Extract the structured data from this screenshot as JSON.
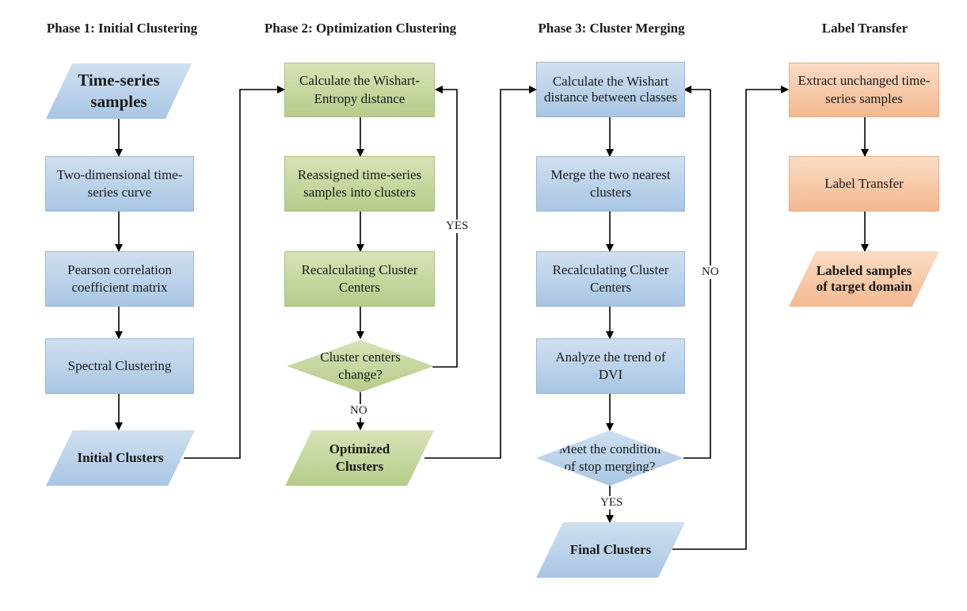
{
  "phases": {
    "p1": "Phase 1: Initial Clustering",
    "p2": "Phase 2: Optimization Clustering",
    "p3": "Phase 3: Cluster Merging",
    "p4": "Label Transfer"
  },
  "phase1": {
    "input": "Time-series samples",
    "curve": "Two-dimensional time-series curve",
    "pearson": "Pearson correlation coefficient matrix",
    "spectral": "Spectral Clustering",
    "output": "Initial Clusters"
  },
  "phase2": {
    "wishart_entropy": "Calculate the Wishart-Entropy distance",
    "reassign": "Reassigned time-series samples into clusters",
    "recalc": "Recalculating Cluster Centers",
    "decision": "Cluster centers change?",
    "yes": "YES",
    "no": "NO",
    "output": "Optimized Clusters"
  },
  "phase3": {
    "wishart": "Calculate the Wishart distance between classes",
    "merge": "Merge the two nearest clusters",
    "recalc": "Recalculating Cluster Centers",
    "dvi": "Analyze the trend of DVI",
    "decision": "Meet the condition of stop merging?",
    "yes": "YES",
    "no": "NO",
    "output": "Final Clusters"
  },
  "phase4": {
    "extract": "Extract unchanged time-series samples",
    "transfer": "Label Transfer",
    "output": "Labeled samples of target domain"
  }
}
